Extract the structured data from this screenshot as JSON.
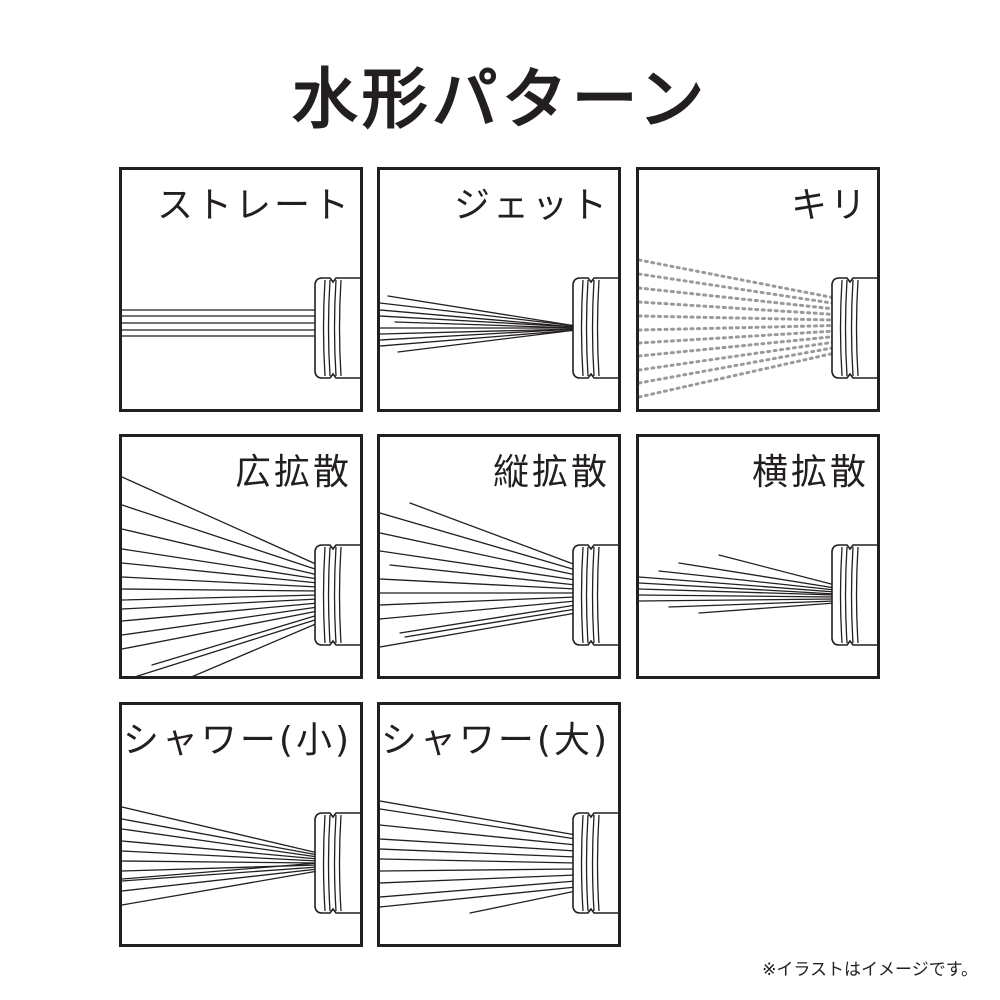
{
  "title": "水形パターン",
  "panels": [
    {
      "label": "ストレート",
      "pattern": "straight"
    },
    {
      "label": "ジェット",
      "pattern": "jet"
    },
    {
      "label": "キリ",
      "pattern": "mist"
    },
    {
      "label": "広拡散",
      "pattern": "wide"
    },
    {
      "label": "縦拡散",
      "pattern": "vertical"
    },
    {
      "label": "横拡散",
      "pattern": "horizontal"
    },
    {
      "label": "シャワー(小)",
      "pattern": "shower-small"
    },
    {
      "label": "シャワー(大)",
      "pattern": "shower-large"
    }
  ],
  "note": "※イラストはイメージです。",
  "colors": {
    "ink": "#231f20",
    "mist": "#9a9a9a"
  }
}
